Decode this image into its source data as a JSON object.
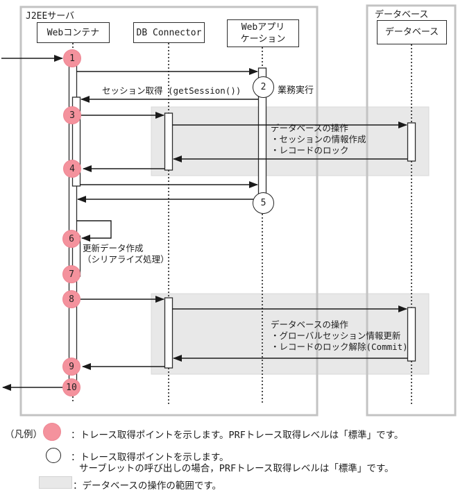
{
  "colors": {
    "trace_point_pink": "#f4929d",
    "operation_area_gray": "#e8e8e8",
    "frame_gray": "#c3c3c3"
  },
  "frames": {
    "j2ee_server_label": "J2EEサーバ",
    "database_group_label": "データベース"
  },
  "lifelines": {
    "web_container": "Webコンテナ",
    "db_connector": "DB Connector",
    "web_app_line1": "Webアプリ",
    "web_app_line2": "ケーション",
    "database": "データベース"
  },
  "trace_points": {
    "p1": "1",
    "p2": "2",
    "p3": "3",
    "p4": "4",
    "p5": "5",
    "p6": "6",
    "p7": "7",
    "p8": "8",
    "p9": "9",
    "p10": "10"
  },
  "messages": {
    "session_get": "セッション取得 (getSession())",
    "business_exec": "業務実行",
    "db_op1": [
      "データベースの操作",
      "・セッションの情報作成",
      "・レコードのロック"
    ],
    "update_data": [
      "更新データ作成",
      "（シリアライズ処理）"
    ],
    "db_op2": [
      "データベースの操作",
      "・グローバルセッション情報更新",
      "・レコードのロック解除(Commit)"
    ]
  },
  "legend": {
    "title": "（凡例）",
    "row1": "：トレース取得ポイントを示します。PRFトレース取得レベルは「標準」です。",
    "row2_line1": "：トレース取得ポイントを示します。",
    "row2_line2": "サーブレットの呼び出しの場合，PRFトレース取得レベルは「標準」です。",
    "row3": "：データベースの操作の範囲です。"
  }
}
